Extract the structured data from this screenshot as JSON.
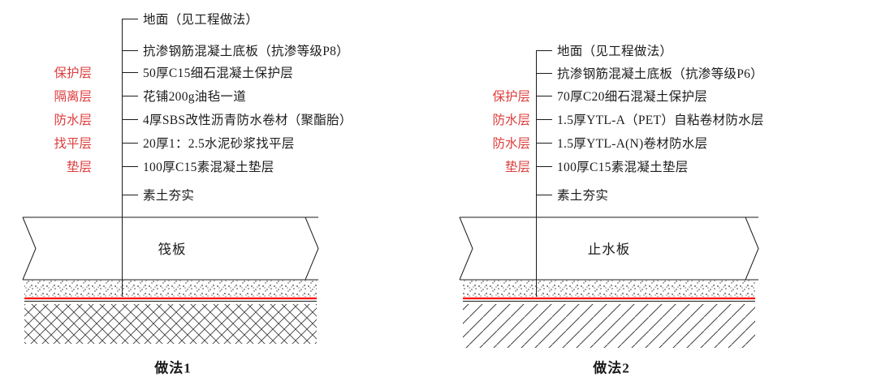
{
  "colors": {
    "label_red": "#de3b3b",
    "membrane_red": "#ff0000",
    "line_black": "#1b1b1b"
  },
  "diagram1": {
    "layer_tags": [
      "保护层",
      "隔离层",
      "防水层",
      "找平层",
      "垫层"
    ],
    "callouts": [
      "地面（见工程做法）",
      "抗渗钢筋混凝土底板（抗渗等级P8）",
      "50厚C15细石混凝土保护层",
      "花铺200g油毡一道",
      "4厚SBS改性沥青防水卷材（聚酯胎）",
      "20厚1：2.5水泥砂浆找平层",
      "100厚C15素混凝土垫层",
      "素土夯实"
    ],
    "slab_label": "筏板",
    "caption": "做法1"
  },
  "diagram2": {
    "layer_tags": [
      "保护层",
      "防水层",
      "防水层",
      "垫层"
    ],
    "callouts": [
      "地面（见工程做法）",
      "抗渗钢筋混凝土底板（抗渗等级P6）",
      "70厚C20细石混凝土保护层",
      "1.5厚YTL-A（PET）自粘卷材防水层",
      "1.5厚YTL-A(N)卷材防水层",
      "100厚C15素混凝土垫层",
      "素土夯实"
    ],
    "slab_label": "止水板",
    "caption": "做法2"
  }
}
